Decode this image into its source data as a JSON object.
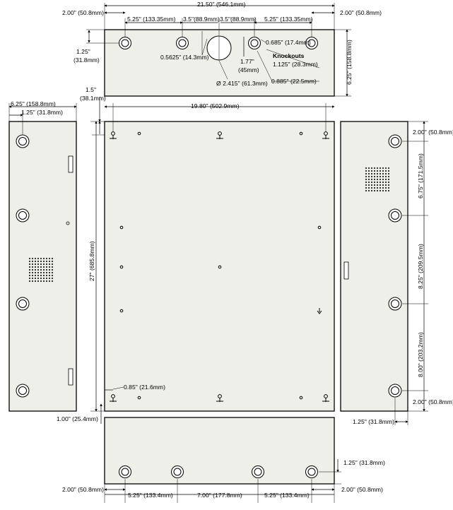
{
  "dims": {
    "top_overall": "21.50\" (546.1mm)",
    "top_left_2": "2.00\" (50.8mm)",
    "top_right_2": "2.00\" (50.8mm)",
    "top_525_left": "5.25\" (133.35mm)",
    "top_35_left": "3.5\"(88.9mm)",
    "top_35_right": "3.5\"(88.9mm)",
    "top_525_right": "5.25\" (133.35mm)",
    "top_125": "1.25\"",
    "top_125_mm": "(31.8mm)",
    "top_05625": "0.5625\" (14.3mm)",
    "top_177": "1.77\"",
    "top_177_mm": "(45mm)",
    "top_0685": "0.685\" (17.4mm)",
    "knockouts": "Knockouts",
    "top_1125": "1.125\" (28.3mm)",
    "top_0885": "0.885\" (22.5mm)",
    "top_dia": "Ø 2.415\" (61.3mm)",
    "top_625_side": "6.25\" (158.8mm)",
    "left_625": "6.25\" (158.8mm)",
    "left_125": "1.25\" (31.8mm)",
    "left_15": "1.5\"",
    "left_15_mm": "(38.1mm)",
    "front_width": "19.80\" (502.9mm)",
    "front_height": "27\" (685.8mm)",
    "front_085": "0.85\" (21.6mm)",
    "front_100": "1.00\" (25.4mm)",
    "right_200_top": "2.00\" (50.8mm)",
    "right_675": "6.75\" (171.5mm)",
    "right_825": "8.25\" (209.5mm)",
    "right_800": "8.00\" (203.2mm)",
    "right_200_bot": "2.00\" (50.8mm)",
    "right_125": "1.25\" (31.8mm)",
    "bottom_125": "1.25\" (31.8mm)",
    "bottom_200_left": "2.00\" (50.8mm)",
    "bottom_525_left": "5.25\" (133.4mm)",
    "bottom_700": "7.00\" (177.8mm)",
    "bottom_525_right": "5.25\" (133.4mm)",
    "bottom_200_right": "2.00\" (50.8mm)"
  },
  "colors": {
    "panel_fill": "#efefea",
    "line": "#000000"
  },
  "icons": [
    "mounting-hole-icon",
    "keyhole-slot-icon",
    "vent-grille-icon",
    "knockout-icon"
  ]
}
